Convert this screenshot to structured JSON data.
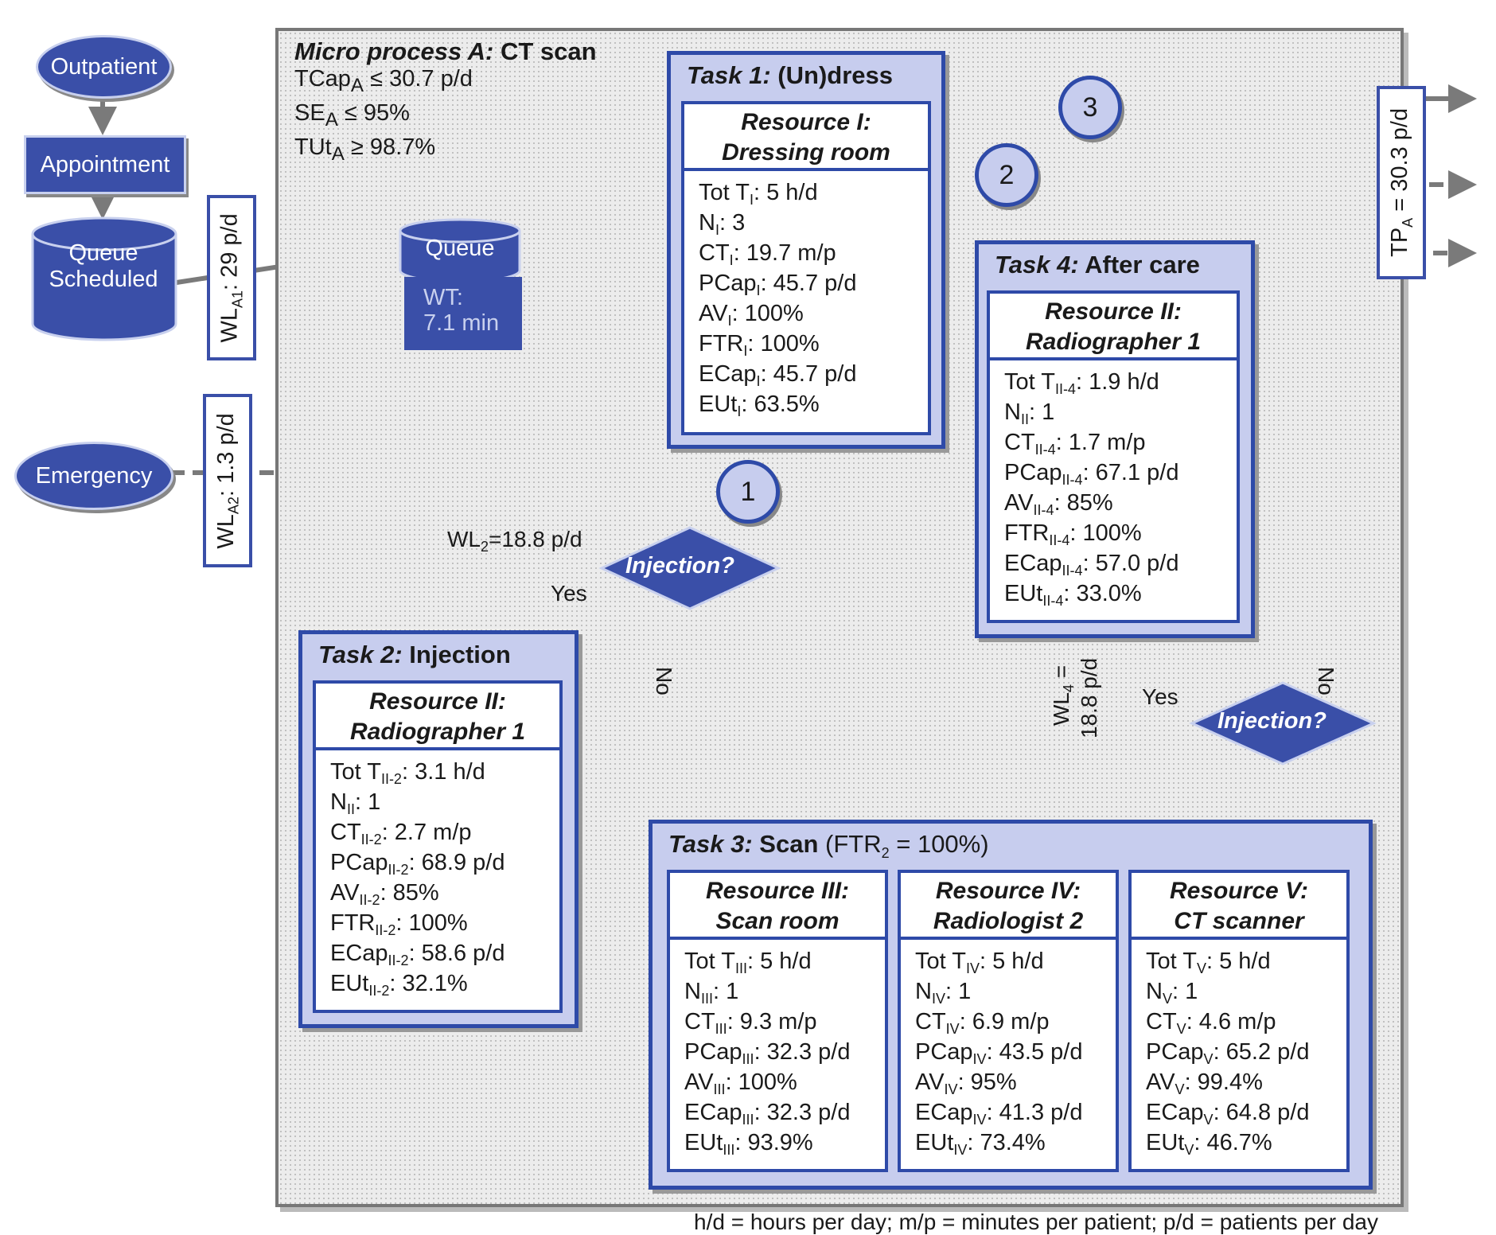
{
  "micro": {
    "title_italic": "Micro process A:",
    "title_rest": " CT scan",
    "lines": [
      {
        "a": "TCap",
        "s": "A",
        "b": " ≤ 30.7 p/d"
      },
      {
        "a": "SE",
        "s": "A",
        "b": " ≤ 95%"
      },
      {
        "a": "TUt",
        "s": "A",
        "b": " ≥ 98.7%"
      }
    ]
  },
  "nodes": {
    "outpatient": "Outpatient",
    "appointment": "Appointment",
    "queue_scheduled": "Queue Scheduled",
    "queue": "Queue",
    "wt_label": "WT:",
    "wt_value": "7.1 min",
    "emergency": "Emergency"
  },
  "labels": {
    "wl_a1": {
      "a": "WL",
      "s": "A1",
      "b": ": 29 p/d"
    },
    "wl_a2": {
      "a": "WL",
      "s": "A2",
      "b": ": 1.3 p/d"
    },
    "tp_a": {
      "a": "TP",
      "s": "A",
      "b": " = 30.3 p/d"
    },
    "wl_2": {
      "a": "WL",
      "s": "2",
      "b": "=18.8 p/d"
    },
    "wl_4_top": {
      "a": "WL",
      "s": "4",
      "b": " ="
    },
    "wl_4_bottom": "18.8 p/d",
    "yes": "Yes",
    "no": "No",
    "injection": "Injection?",
    "footer": "h/d = hours per day; m/p = minutes per patient; p/d = patients per day"
  },
  "circles": [
    "1",
    "2",
    "3"
  ],
  "task1": {
    "title_italic": "Task 1:",
    "title_rest": " (Un)dress",
    "resource": [
      "Resource I:",
      "Dressing room"
    ],
    "stats": [
      {
        "a": "Tot T",
        "s": "I",
        "b": ": 5 h/d"
      },
      {
        "a": "N",
        "s": "I",
        "b": ": 3"
      },
      {
        "a": "CT",
        "s": "I",
        "b": ": 19.7 m/p"
      },
      {
        "a": "PCap",
        "s": "I",
        "b": ": 45.7 p/d"
      },
      {
        "a": "AV",
        "s": "I",
        "b": ": 100%"
      },
      {
        "a": "FTR",
        "s": "I",
        "b": ": 100%"
      },
      {
        "a": "ECap",
        "s": "I",
        "b": ": 45.7 p/d"
      },
      {
        "a": "EUt",
        "s": "I",
        "b": ": 63.5%"
      }
    ]
  },
  "task2": {
    "title_italic": "Task 2:",
    "title_rest": " Injection",
    "resource": [
      "Resource II:",
      "Radiographer 1"
    ],
    "stats": [
      {
        "a": "Tot T",
        "s": "II-2",
        "b": ": 3.1 h/d"
      },
      {
        "a": "N",
        "s": "II",
        "b": ": 1"
      },
      {
        "a": "CT",
        "s": "II-2",
        "b": ": 2.7 m/p"
      },
      {
        "a": "PCap",
        "s": "II-2",
        "b": ": 68.9 p/d"
      },
      {
        "a": "AV",
        "s": "II-2",
        "b": ": 85%"
      },
      {
        "a": "FTR",
        "s": "II-2",
        "b": ": 100%"
      },
      {
        "a": "ECap",
        "s": "II-2",
        "b": ": 58.6 p/d"
      },
      {
        "a": "EUt",
        "s": "II-2",
        "b": ": 32.1%"
      }
    ]
  },
  "task4": {
    "title_italic": "Task 4:",
    "title_rest": " After care",
    "resource": [
      "Resource II:",
      "Radiographer 1"
    ],
    "stats": [
      {
        "a": "Tot T",
        "s": "II-4",
        "b": ": 1.9 h/d"
      },
      {
        "a": "N",
        "s": "II",
        "b": ": 1"
      },
      {
        "a": "CT",
        "s": "II-4",
        "b": ": 1.7 m/p"
      },
      {
        "a": "PCap",
        "s": "II-4",
        "b": ": 67.1 p/d"
      },
      {
        "a": "AV",
        "s": "II-4",
        "b": ": 85%"
      },
      {
        "a": "FTR",
        "s": "II-4",
        "b": ": 100%"
      },
      {
        "a": "ECap",
        "s": "II-4",
        "b": ": 57.0 p/d"
      },
      {
        "a": "EUt",
        "s": "II-4",
        "b": ": 33.0%"
      }
    ]
  },
  "task3": {
    "title_italic": "Task 3:",
    "title_rest": " Scan",
    "title_paren": {
      "a": " (FTR",
      "s": "2",
      "b": " = 100%)"
    },
    "resources": [
      {
        "head": [
          "Resource III:",
          "Scan room"
        ],
        "stats": [
          {
            "a": "Tot T",
            "s": "III",
            "b": ": 5 h/d"
          },
          {
            "a": "N",
            "s": "III",
            "b": ": 1"
          },
          {
            "a": "CT",
            "s": "III",
            "b": ": 9.3 m/p"
          },
          {
            "a": "PCap",
            "s": "III",
            "b": ": 32.3 p/d"
          },
          {
            "a": "AV",
            "s": "III",
            "b": ": 100%"
          },
          {
            "a": "ECap",
            "s": "III",
            "b": ": 32.3 p/d"
          },
          {
            "a": "EUt",
            "s": "III",
            "b": ": 93.9%"
          }
        ]
      },
      {
        "head": [
          "Resource IV:",
          "Radiologist 2"
        ],
        "stats": [
          {
            "a": "Tot T",
            "s": "IV",
            "b": ": 5 h/d"
          },
          {
            "a": "N",
            "s": "IV",
            "b": ": 1"
          },
          {
            "a": "CT",
            "s": "IV",
            "b": ": 6.9 m/p"
          },
          {
            "a": "PCap",
            "s": "IV",
            "b": ": 43.5 p/d"
          },
          {
            "a": "AV",
            "s": "IV",
            "b": ": 95%"
          },
          {
            "a": "ECap",
            "s": "IV",
            "b": ": 41.3 p/d"
          },
          {
            "a": "EUt",
            "s": "IV",
            "b": ": 73.4%"
          }
        ]
      },
      {
        "head": [
          "Resource V:",
          "CT scanner"
        ],
        "stats": [
          {
            "a": "Tot T",
            "s": "V",
            "b": ": 5 h/d"
          },
          {
            "a": "N",
            "s": "V",
            "b": ": 1"
          },
          {
            "a": "CT",
            "s": "V",
            "b": ": 4.6 m/p"
          },
          {
            "a": "PCap",
            "s": "V",
            "b": ": 65.2 p/d"
          },
          {
            "a": "AV",
            "s": "V",
            "b": ": 99.4%"
          },
          {
            "a": "ECap",
            "s": "V",
            "b": ": 64.8 p/d"
          },
          {
            "a": "EUt",
            "s": "V",
            "b": ": 46.7%"
          }
        ]
      }
    ]
  },
  "colors": {
    "node_fill": "#3a4fa8",
    "task_fill": "#c7cdee",
    "task_border": "#2e4aa8",
    "arrow": "#7a7a7a"
  }
}
